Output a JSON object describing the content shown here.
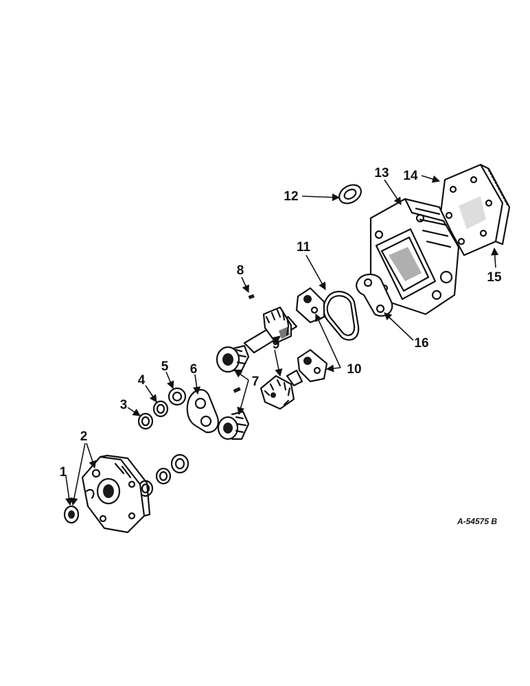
{
  "callouts": {
    "c1": "1",
    "c2": "2",
    "c3": "3",
    "c4": "4",
    "c5": "5",
    "c6": "6",
    "c7": "7",
    "c8": "8",
    "c9": "9",
    "c10": "10",
    "c11": "11",
    "c12": "12",
    "c13": "13",
    "c14": "14",
    "c15": "15",
    "c16": "16"
  },
  "reference_number": "A-54575 B"
}
